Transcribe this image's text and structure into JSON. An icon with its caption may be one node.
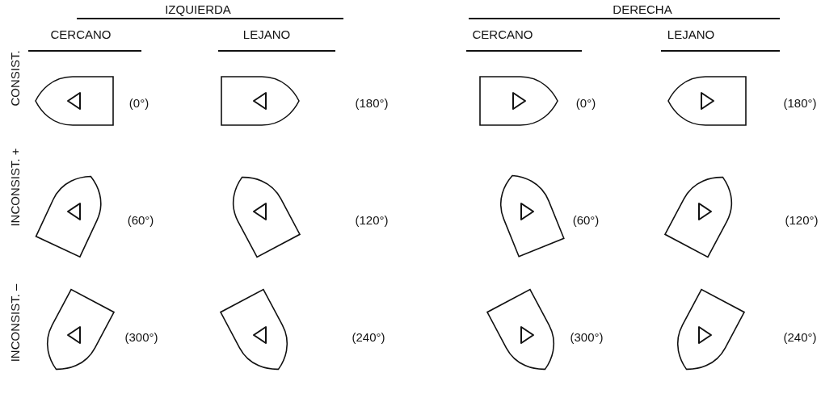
{
  "diagram": {
    "labels": [
      "IZQUIERDA",
      "DERECHA",
      "CERCANO",
      "LEJANO",
      "CERCANO",
      "LEJANO",
      "CONSIST.",
      "(0°)",
      "(180°)",
      "(0°)",
      "(180°)",
      "INCONSIST. +",
      "(60°)",
      "(120°)",
      "(60°)",
      "(120°)",
      "INCONSIST. –",
      "(300°)",
      "(240°)",
      "(300°)",
      "(240°)"
    ]
  }
}
